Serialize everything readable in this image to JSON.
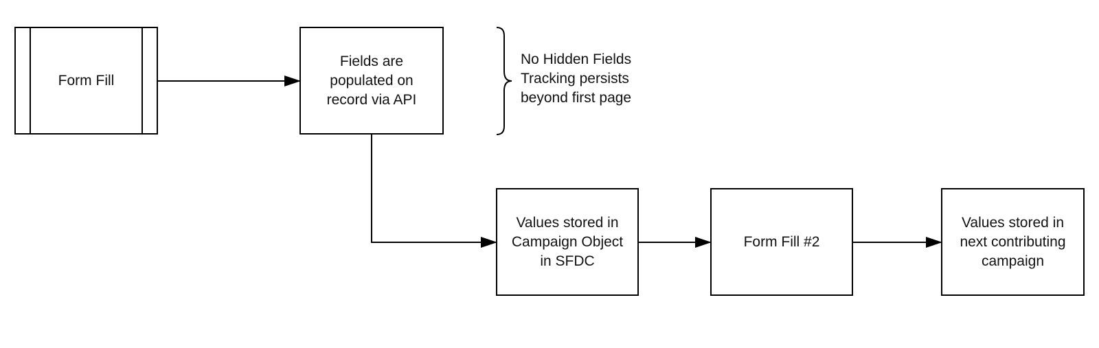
{
  "nodes": {
    "form_fill": {
      "label": "Form Fill"
    },
    "fields_populated": {
      "lines": [
        "Fields are",
        "populated on",
        "record via API"
      ]
    },
    "values_stored_campaign": {
      "lines": [
        "Values stored in",
        "Campaign Object",
        "in SFDC"
      ]
    },
    "form_fill_2": {
      "label": "Form Fill #2"
    },
    "values_stored_next": {
      "lines": [
        "Values stored in",
        "next contributing",
        "campaign"
      ]
    }
  },
  "annotation": {
    "lines": [
      "No Hidden Fields",
      "Tracking persists",
      "beyond first page"
    ]
  },
  "colors": {
    "stroke": "#000000",
    "text": "#111111",
    "background": "#ffffff"
  }
}
